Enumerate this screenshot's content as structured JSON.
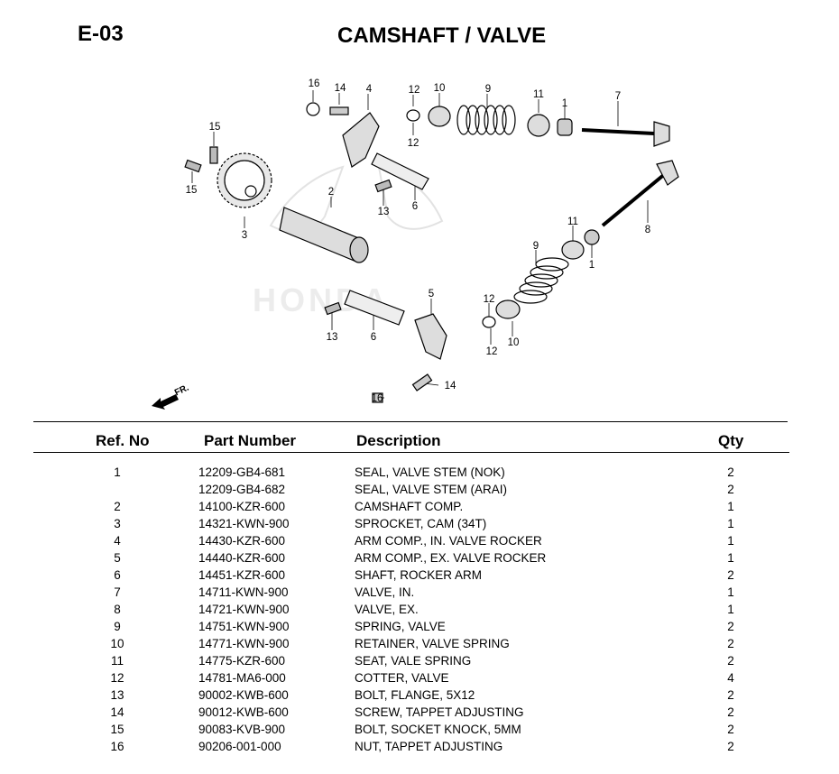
{
  "header": {
    "code": "E-03",
    "title": "CAMSHAFT / VALVE"
  },
  "diagram": {
    "watermark": "HONDA",
    "direction_label": "FR.",
    "callouts": [
      "16",
      "14",
      "4",
      "12",
      "10",
      "9",
      "11",
      "1",
      "7",
      "15",
      "2",
      "12",
      "15",
      "13",
      "6",
      "3",
      "8",
      "11",
      "1",
      "9",
      "5",
      "12",
      "13",
      "6",
      "10",
      "12",
      "14",
      "16"
    ]
  },
  "table": {
    "columns": {
      "ref": "Ref. No",
      "part": "Part Number",
      "desc": "Description",
      "qty": "Qty"
    },
    "rows": [
      {
        "ref": "1",
        "part": "12209-GB4-681",
        "desc": "SEAL, VALVE STEM (NOK)",
        "qty": "2"
      },
      {
        "ref": "",
        "part": "12209-GB4-682",
        "desc": "SEAL, VALVE STEM (ARAI)",
        "qty": "2"
      },
      {
        "ref": "2",
        "part": "14100-KZR-600",
        "desc": "CAMSHAFT COMP.",
        "qty": "1"
      },
      {
        "ref": "3",
        "part": "14321-KWN-900",
        "desc": "SPROCKET, CAM (34T)",
        "qty": "1"
      },
      {
        "ref": "4",
        "part": "14430-KZR-600",
        "desc": "ARM COMP., IN. VALVE ROCKER",
        "qty": "1"
      },
      {
        "ref": "5",
        "part": "14440-KZR-600",
        "desc": "ARM COMP., EX. VALVE ROCKER",
        "qty": "1"
      },
      {
        "ref": "6",
        "part": "14451-KZR-600",
        "desc": "SHAFT, ROCKER ARM",
        "qty": "2"
      },
      {
        "ref": "7",
        "part": "14711-KWN-900",
        "desc": "VALVE, IN.",
        "qty": "1"
      },
      {
        "ref": "8",
        "part": "14721-KWN-900",
        "desc": "VALVE, EX.",
        "qty": "1"
      },
      {
        "ref": "9",
        "part": "14751-KWN-900",
        "desc": "SPRING, VALVE",
        "qty": "2"
      },
      {
        "ref": "10",
        "part": "14771-KWN-900",
        "desc": "RETAINER, VALVE SPRING",
        "qty": "2"
      },
      {
        "ref": "11",
        "part": "14775-KZR-600",
        "desc": "SEAT, VALE SPRING",
        "qty": "2"
      },
      {
        "ref": "12",
        "part": "14781-MA6-000",
        "desc": "COTTER, VALVE",
        "qty": "4"
      },
      {
        "ref": "13",
        "part": "90002-KWB-600",
        "desc": "BOLT, FLANGE, 5X12",
        "qty": "2"
      },
      {
        "ref": "14",
        "part": "90012-KWB-600",
        "desc": "SCREW, TAPPET ADJUSTING",
        "qty": "2"
      },
      {
        "ref": "15",
        "part": "90083-KVB-900",
        "desc": "BOLT, SOCKET KNOCK, 5MM",
        "qty": "2"
      },
      {
        "ref": "16",
        "part": "90206-001-000",
        "desc": "NUT, TAPPET ADJUSTING",
        "qty": "2"
      }
    ]
  }
}
